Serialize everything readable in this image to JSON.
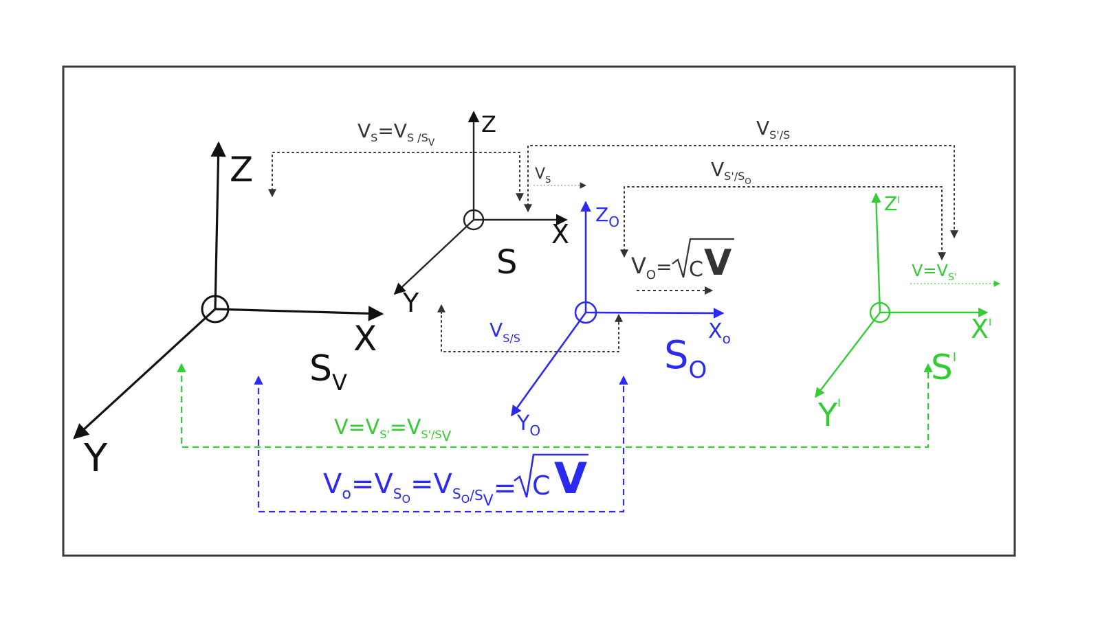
{
  "colors": {
    "frame": "#3a3a3a",
    "black": "#111111",
    "blue": "#2a2af0",
    "green": "#33cc33",
    "gray": "#333333"
  },
  "frames": {
    "sv": {
      "z": "Z",
      "x": "X",
      "y": "Y",
      "name": "S",
      "name_sub": "V"
    },
    "s": {
      "z": "Z",
      "x": "X",
      "y": "Y",
      "name": "S"
    },
    "so": {
      "z": "Z",
      "z_sub": "O",
      "x": "X",
      "x_sub": "o",
      "y": "Y",
      "y_sub": "O",
      "name": "S",
      "name_sub": "O"
    },
    "sp": {
      "z": "Z",
      "z_sup": "I",
      "x": "X",
      "x_sup": "I",
      "y": "Y",
      "y_sup": "I",
      "name": "S",
      "name_sup": "I"
    }
  },
  "labels": {
    "vs_top": {
      "a": "V",
      "a_sub": "S",
      "eq": "=V",
      "b_sub": "S /S",
      "b_sub2": "V"
    },
    "vs_small": {
      "a": "V",
      "a_sub": "S"
    },
    "vsp_s": {
      "a": "V",
      "a_sub": "S'/S"
    },
    "vsp_so": {
      "a": "V",
      "a_sub": "S'/S",
      "a_sub2": "O"
    },
    "vo_sqrt": {
      "a": "V",
      "a_sub": "O",
      "eq": "=",
      "c": "C",
      "v": "V"
    },
    "v_eq_vs": {
      "text": "V=V",
      "sub": "S'"
    },
    "vs_s": {
      "a": "V",
      "a_sub": "S/S"
    },
    "v_green": {
      "text": "V=V",
      "s1": "S'",
      "eq": "=V",
      "s2": "S'/S",
      "s3": "V"
    },
    "vo_blue": {
      "a": "V",
      "a_sub": "o",
      "eq1": "=V",
      "s1": "S",
      "s1b": "O",
      "eq2": "=V",
      "s2": "S",
      "s2b": "O",
      "s2c": "/S",
      "s2d": "V",
      "eq3": "=",
      "c": "C",
      "v": "V"
    }
  }
}
